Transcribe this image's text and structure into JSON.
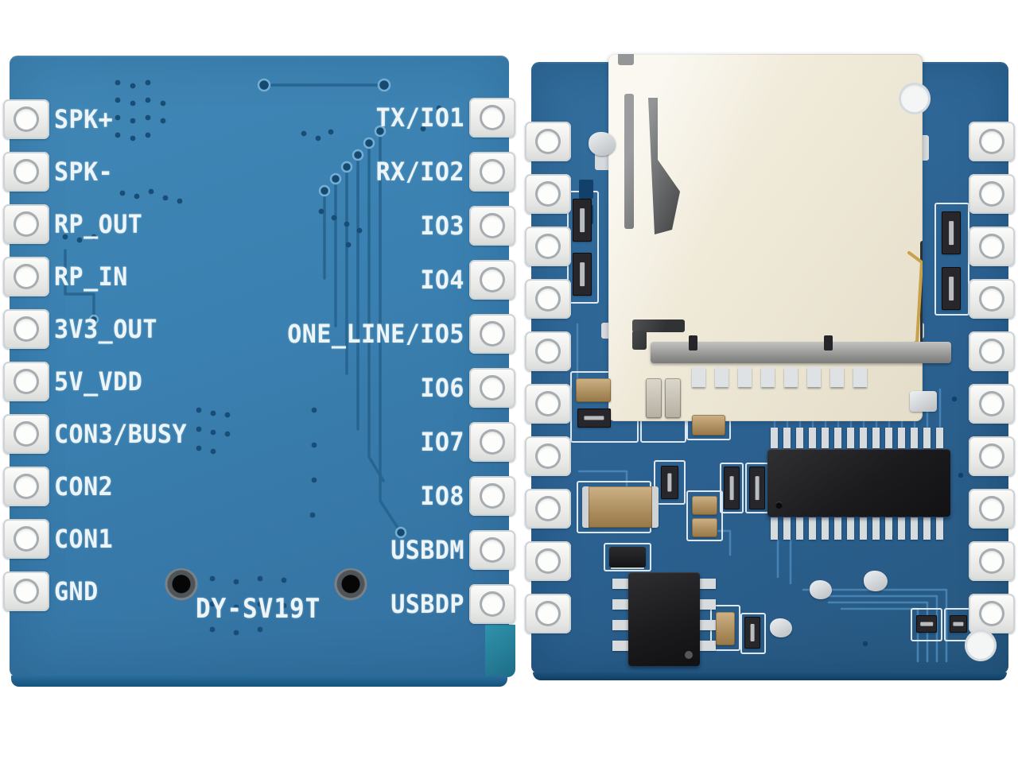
{
  "module": {
    "model_silkscreen": "DY-SV19T"
  },
  "left_board": {
    "view": "back",
    "name_label": "DY-SV19T",
    "pins_per_side": 10,
    "left_pins": [
      "SPK+",
      "SPK-",
      "RP_OUT",
      "RP_IN",
      "3V3_OUT",
      "5V_VDD",
      "CON3/BUSY",
      "CON2",
      "CON1",
      "GND"
    ],
    "right_pins": [
      "TX/IO1",
      "RX/IO2",
      "IO3",
      "IO4",
      "ONE_LINE/IO5",
      "IO6",
      "IO7",
      "IO8",
      "USBDM",
      "USBDP"
    ]
  },
  "right_board": {
    "view": "front",
    "pads_per_side": 10,
    "components": {
      "card_slot": "sd-card-slot",
      "main_ic": "28-pin-audio-ic",
      "amplifier_ic": "8-pin-amplifier-ic",
      "mounting_holes": "drill-hole"
    }
  },
  "colors": {
    "background": "#ffffff",
    "board_back": "#3a80b0",
    "board_front": "#2b6191",
    "silkscreen": "#eef5f9",
    "trace_dark": "#26638f",
    "trace_light": "#4c8abc",
    "pad_metal": "#e9eae8",
    "sd_slot": "#efe9d8",
    "ic_body": "#1b1b1e",
    "capacitor": "#ab8d5e"
  }
}
